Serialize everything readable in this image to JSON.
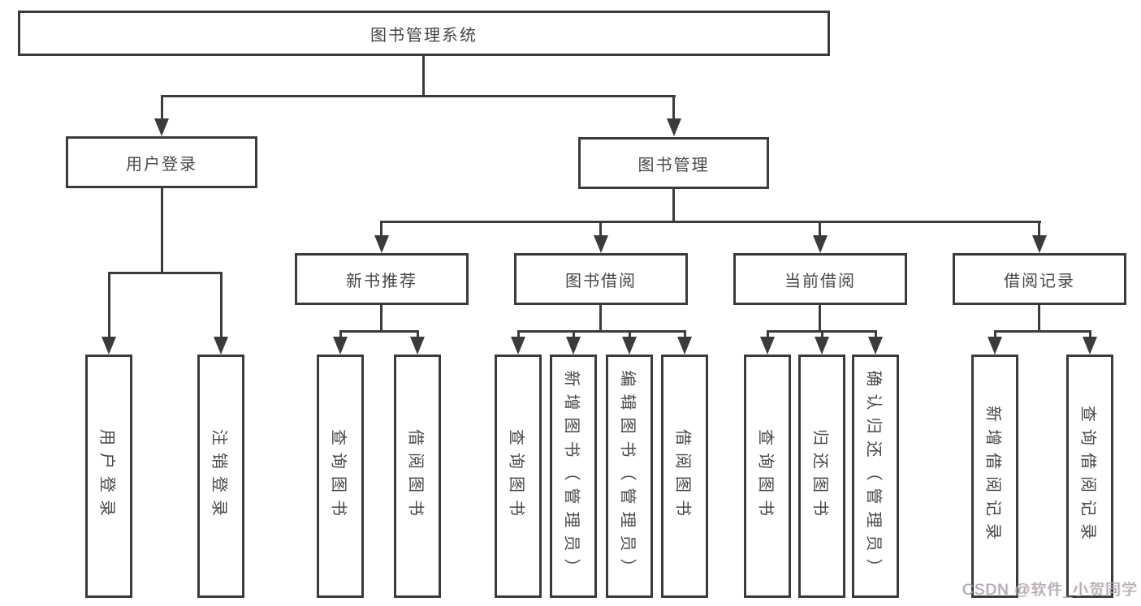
{
  "root_label": "图书管理系统",
  "level2": {
    "user_login": "用户登录",
    "book_mgmt": "图书管理"
  },
  "level3": {
    "new_book": "新书推荐",
    "borrow": "图书借阅",
    "current": "当前借阅",
    "records": "借阅记录"
  },
  "leaves": {
    "login": "用户登录",
    "logout": "注销登录",
    "nb_query": "查询图书",
    "nb_borrow": "借阅图书",
    "bw_query": "查询图书",
    "bw_add": "新增图书（管理员）",
    "bw_edit": "编辑图书（管理员）",
    "bw_borrow": "借阅图书",
    "cb_query": "查询图书",
    "cb_return": "归还图书",
    "cb_confirm": "确认归还（管理员）",
    "br_add": "新增借阅记录",
    "br_query": "查询借阅记录"
  },
  "watermark": "CSDN @软件_小贺同学",
  "colors": {
    "line": "#3b3b3b",
    "box_border": "#3b3b3b",
    "text": "#474747",
    "watermark": "#adadad",
    "background": "#ffffff"
  }
}
